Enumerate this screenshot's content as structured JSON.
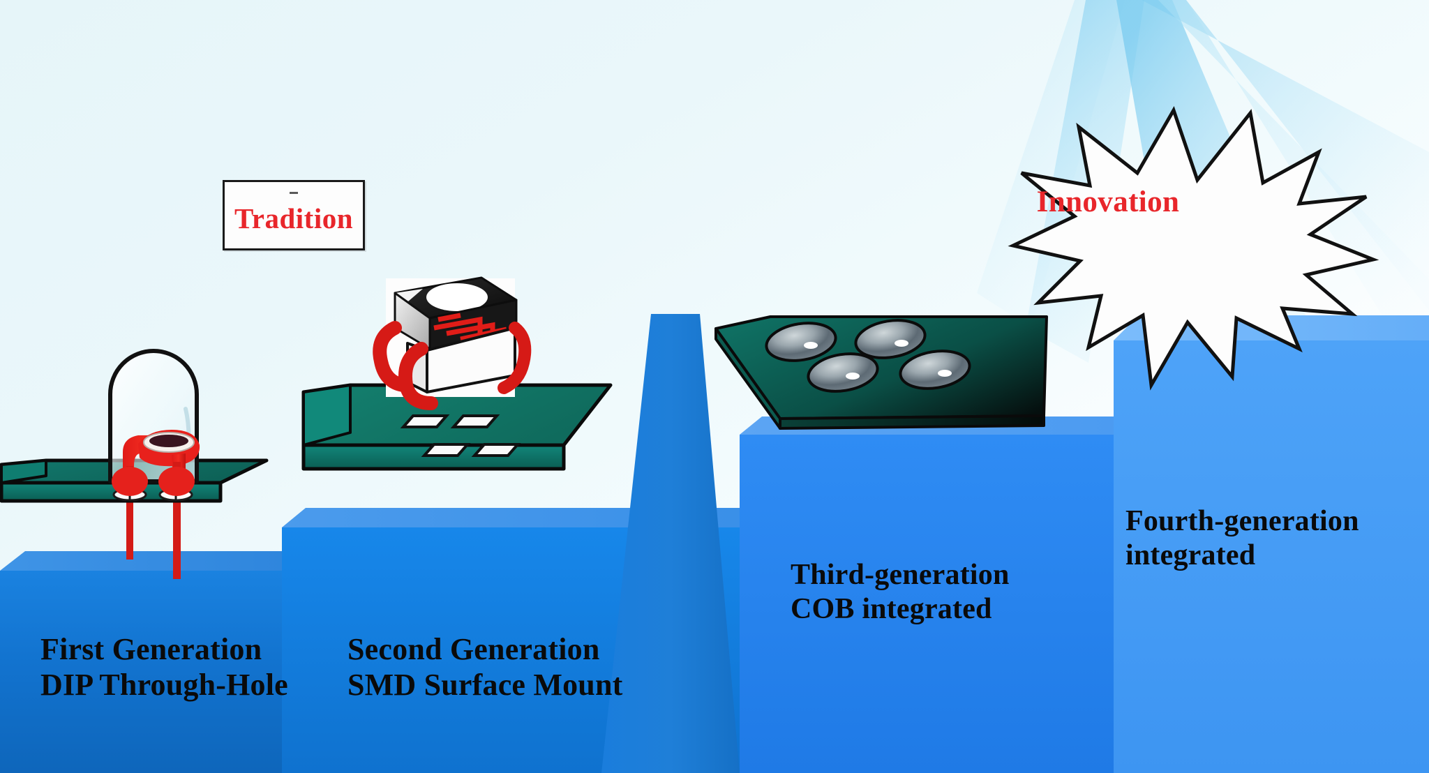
{
  "scene": {
    "title": "LED packaging generations staircase infographic",
    "background_color": "#e9f6fa",
    "accent_red": "#e8262b",
    "step_blue_1": "#1273cf",
    "step_blue_2": "#1583e4",
    "step_blue_3": "#2a85f0",
    "step_blue_4": "#4a9ef5",
    "pcb_teal": "#107066",
    "cob_dark": "#0a1f1c"
  },
  "callouts": {
    "tradition": {
      "label": "Tradition",
      "shape": "rectangle",
      "text_color": "#e8262b",
      "box_color": "#fdfdfd",
      "border_color": "#1a1a1a"
    },
    "innovation": {
      "label": "Innovation",
      "shape": "starburst",
      "text_color": "#e8262b",
      "box_color": "#fdfdfd",
      "border_color": "#111111"
    }
  },
  "steps": [
    {
      "id": "step-1",
      "label": "First Generation\nDIP Through-Hole",
      "line1": "First Generation",
      "line2": "DIP Through-Hole",
      "component": "dip-through-hole-led",
      "fill": "#1273cf"
    },
    {
      "id": "step-2",
      "label": "Second Generation\nSMD Surface Mount",
      "line1": "Second Generation",
      "line2": "SMD Surface Mount",
      "component": "smd-surface-mount-led",
      "fill": "#1583e4"
    },
    {
      "id": "step-3",
      "label": "Third-generation\nCOB integrated",
      "line1": "Third-generation",
      "line2": "COB integrated",
      "component": "cob-integrated-board",
      "fill": "#2a85f0"
    },
    {
      "id": "step-4",
      "label": "Fourth-generation\nintegrated",
      "line1": "Fourth-generation",
      "line2": "integrated",
      "component": "none",
      "fill": "#4a9ef5"
    }
  ],
  "decorations": {
    "light_rays": "pale blue converging beams in upper right",
    "spike": "tall tapered blue pillar between step 2 and step 3"
  }
}
